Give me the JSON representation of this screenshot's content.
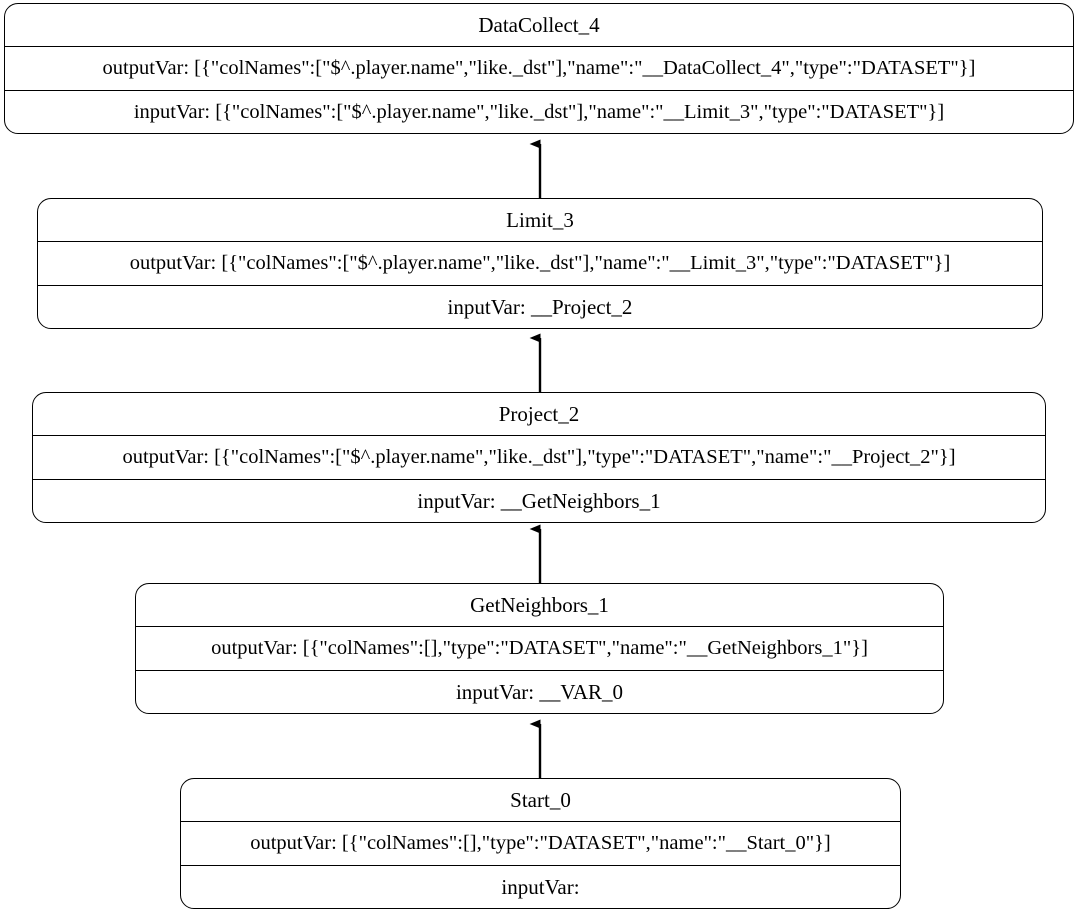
{
  "diagram": {
    "type": "execution-plan-flow",
    "direction": "bottom-to-top",
    "background_color": "#ffffff",
    "line_color": "#000000",
    "node_fill": "#ffffff",
    "nodes": [
      {
        "id": "DataCollect_4",
        "title": "DataCollect_4",
        "outputVar": "outputVar: [{\"colNames\":[\"$^.player.name\",\"like._dst\"],\"name\":\"__DataCollect_4\",\"type\":\"DATASET\"}]",
        "inputVar": "inputVar: [{\"colNames\":[\"$^.player.name\",\"like._dst\"],\"name\":\"__Limit_3\",\"type\":\"DATASET\"}]"
      },
      {
        "id": "Limit_3",
        "title": "Limit_3",
        "outputVar": "outputVar: [{\"colNames\":[\"$^.player.name\",\"like._dst\"],\"name\":\"__Limit_3\",\"type\":\"DATASET\"}]",
        "inputVar": "inputVar: __Project_2"
      },
      {
        "id": "Project_2",
        "title": "Project_2",
        "outputVar": "outputVar: [{\"colNames\":[\"$^.player.name\",\"like._dst\"],\"type\":\"DATASET\",\"name\":\"__Project_2\"}]",
        "inputVar": "inputVar: __GetNeighbors_1"
      },
      {
        "id": "GetNeighbors_1",
        "title": "GetNeighbors_1",
        "outputVar": "outputVar: [{\"colNames\":[],\"type\":\"DATASET\",\"name\":\"__GetNeighbors_1\"}]",
        "inputVar": "inputVar: __VAR_0"
      },
      {
        "id": "Start_0",
        "title": "Start_0",
        "outputVar": "outputVar: [{\"colNames\":[],\"type\":\"DATASET\",\"name\":\"__Start_0\"}]",
        "inputVar": "inputVar:"
      }
    ],
    "edges": [
      {
        "from": "Limit_3",
        "to": "DataCollect_4"
      },
      {
        "from": "Project_2",
        "to": "Limit_3"
      },
      {
        "from": "GetNeighbors_1",
        "to": "Project_2"
      },
      {
        "from": "Start_0",
        "to": "GetNeighbors_1"
      }
    ]
  }
}
